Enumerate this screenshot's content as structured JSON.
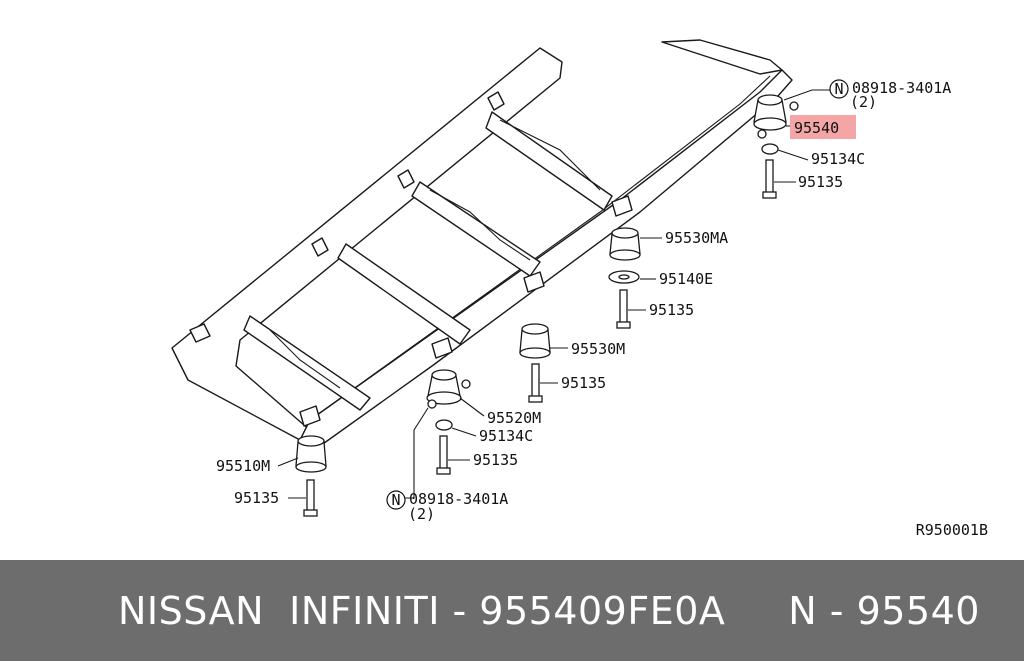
{
  "diagram": {
    "ref_code": "R950001B",
    "labels": {
      "part_95540": "95540",
      "nut_top": "08918-3401A",
      "nut_top_qty": "(2)",
      "washer_top": "95134C",
      "bolt_top": "95135",
      "bush_95530MA": "95530MA",
      "washer_95140E": "95140E",
      "bolt_mid": "95135",
      "bush_95530M": "95530M",
      "bolt_95530M": "95135",
      "bush_95520M": "95520M",
      "washer_bottom": "95134C",
      "bolt_95520M": "95135",
      "bush_95510M": "95510M",
      "bolt_95510M": "95135",
      "nut_bottom": "08918-3401A",
      "nut_bottom_qty": "(2)",
      "nut_symbol": "N"
    },
    "highlight_color": "#f4a6a6"
  },
  "footer": {
    "text": "NISSAN  INFINITI - 955409FE0A     N - 95540"
  }
}
